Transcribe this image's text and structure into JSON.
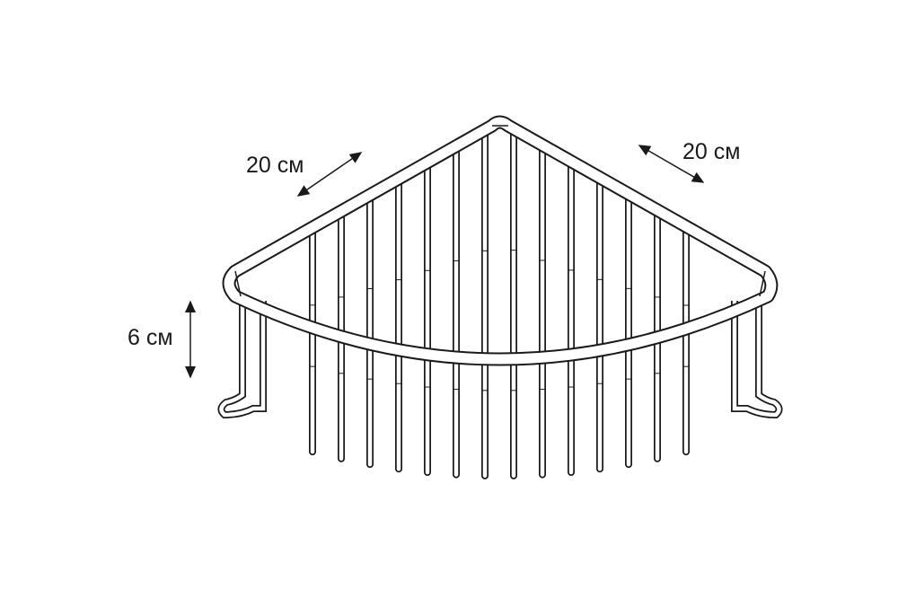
{
  "dimensions": {
    "width_left": "20 см",
    "width_right": "20 см",
    "height": "6 см"
  },
  "colors": {
    "line": "#1a1a1a",
    "background": "#ffffff"
  }
}
